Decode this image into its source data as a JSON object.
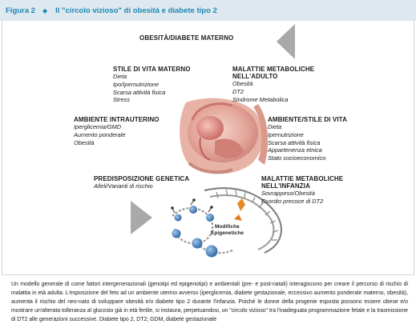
{
  "figure": {
    "number": "Figura 2",
    "title": "Il \"circolo vizioso\" di obesità e diabete tipo 2"
  },
  "diagram": {
    "top": "OBESITÀ/DIABETE MATERNO",
    "stile_vita_materno": {
      "title": "STILE DI VITA MATERNO",
      "items": [
        "Dieta",
        "Ipo/Ipernutrizione",
        "Scarsa attività fisica",
        "Stress"
      ]
    },
    "malattie_adulto": {
      "title_1": "MALATTIE METABOLICHE",
      "title_2": "NELL'ADULTO",
      "items": [
        "Obesità",
        "DT2",
        "Sindrome Metabolica"
      ]
    },
    "ambiente_intrauterino": {
      "title": "AMBIENTE INTRAUTERINO",
      "items": [
        "Iperglicemia/GMD",
        "Aumento ponderale",
        "Obesità"
      ]
    },
    "ambiente_stile": {
      "title": "AMBIENTE/STILE DI VITA",
      "items": [
        "Dieta",
        "Ipernutrizione",
        "Scarsa attività fisica",
        "Appartenenza etnica",
        "Stato socioeconomico"
      ]
    },
    "predisposizione": {
      "title": "PREDISPOSIZIONE GENETICA",
      "items": [
        "Alleli/Varianti di rischio"
      ]
    },
    "malattie_infanzia": {
      "title_1": "MALATTIE METABOLICHE",
      "title_2": "NELL'INFANZIA",
      "items": [
        "Sovrappeso/Obesità",
        "Esordio precoce di DT2"
      ]
    },
    "modifiche_1": "Modifiche",
    "modifiche_2": "Epigenetiche"
  },
  "caption": "Un modello generale di come fattori intergenerazionali (genotipi ed epigenotipi) e ambientali (pre- e post-natali) interagiscono per creare il percorso di rischio di malattia in età adulta. L'esposizione del feto ad un ambiente uterino avverso (iperglicemia, diabete gestazionale, eccessivo aumento ponderale materno, obesità), aumenta il rischio del neo-nato di sviluppare obesità e/o diabete tipo 2 durante l'infanzia. Poiché le donne della progenie esposta possono essere obese e/o mostrare un'alterata tolleranza al glucosio già in età fertile, si instaura, perpetuandosi, un \"circolo vizioso\" tra l'inadeguata programmazione fetale e la trasmissione di DT2 alle generazioni successive. Diabete tipo 2, DT2; GDM, diabete gestazionale",
  "colors": {
    "accent": "#1d87b3",
    "header_bg": "#dde9ef",
    "arrow": "#a9a9a9"
  }
}
